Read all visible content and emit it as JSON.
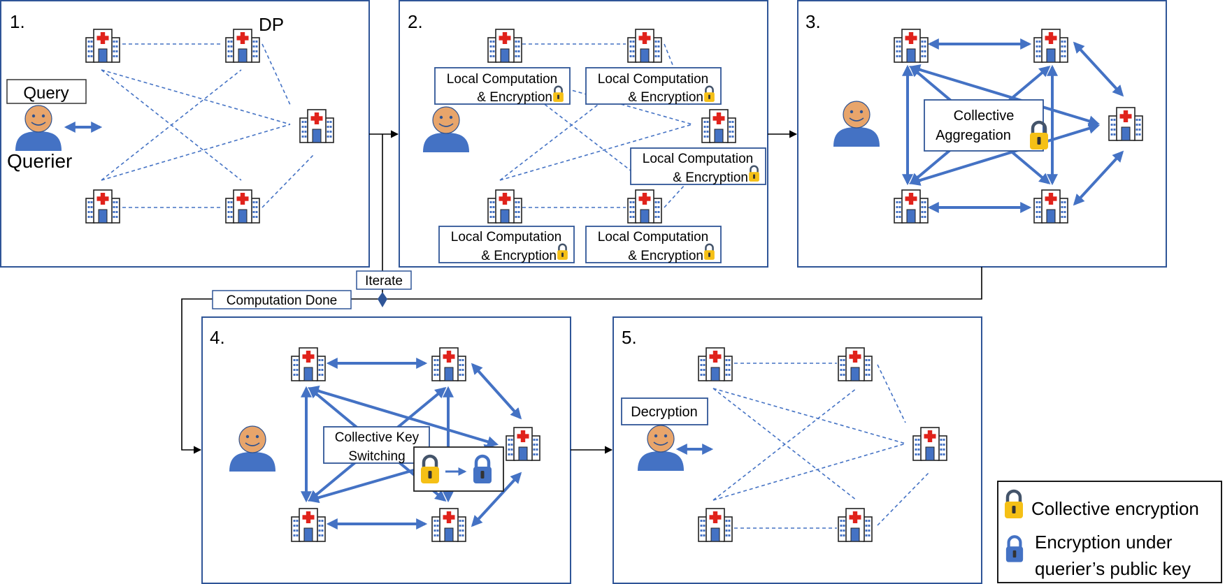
{
  "panels": {
    "p1": {
      "number": "1.",
      "dp_label": "DP",
      "query_label": "Query",
      "querier_label": "Querier"
    },
    "p2": {
      "number": "2.",
      "boxes": [
        {
          "line1": "Local Computation",
          "line2": "& Encryption"
        },
        {
          "line1": "Local Computation",
          "line2": "& Encryption"
        },
        {
          "line1": "Local Computation",
          "line2": "& Encryption"
        },
        {
          "line1": "Local Computation",
          "line2": "& Encryption"
        },
        {
          "line1": "Local Computation",
          "line2": "& Encryption"
        }
      ]
    },
    "p3": {
      "number": "3.",
      "line1": "Collective",
      "line2": "Aggregation"
    },
    "p4": {
      "number": "4.",
      "line1": "Collective Key",
      "line2": "Switching"
    },
    "p5": {
      "number": "5.",
      "decryption_label": "Decryption"
    }
  },
  "flow": {
    "iterate_label": "Iterate",
    "done_label": "Computation Done"
  },
  "legend": {
    "collective": "Collective encryption",
    "querier_line1": "Encryption under",
    "querier_line2": "querier’s public key"
  },
  "colors": {
    "accent": "#4472C4",
    "lock_gold": "#F5C016",
    "lock_blue": "#4472C4",
    "shackle_gray": "#44546A",
    "person_face": "#E8A56B",
    "cross_red": "#E0221B"
  }
}
